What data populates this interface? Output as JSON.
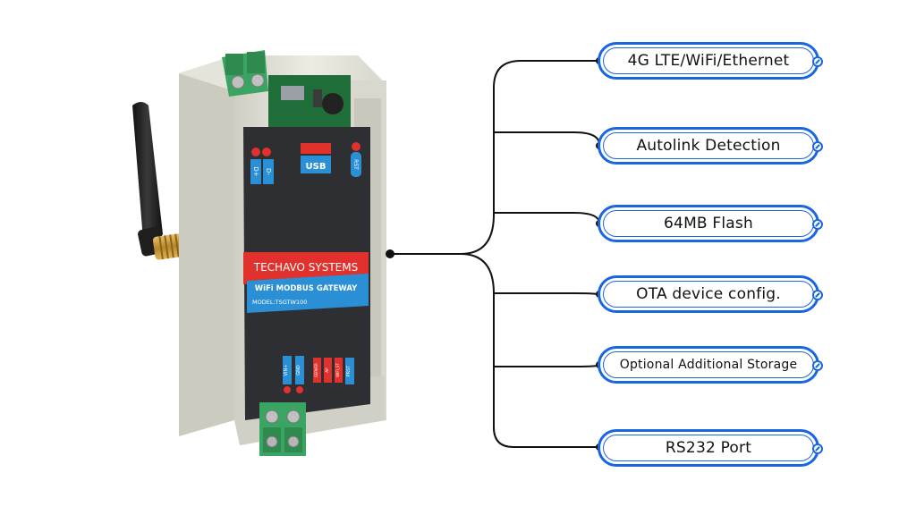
{
  "device": {
    "brand": "TECHAVO SYSTEMS",
    "product": "WiFi MODBUS GATEWAY",
    "model": "MODEL:TSGTW100",
    "ports_top": [
      "D+",
      "D-",
      "USB",
      "RST"
    ],
    "ports_bottom": [
      "VIN+",
      "GND",
      "SERVER",
      "AP",
      "WIFI_ST",
      "PRST"
    ],
    "colors": {
      "body": "#e6e6dc",
      "panel": "#2d2f33",
      "red": "#e0312c",
      "blue": "#2b8fd6",
      "terminal": "#3aa562",
      "antenna": "#1b1b1b",
      "connector": "#c99a36"
    }
  },
  "features": [
    {
      "label": "4G LTE/WiFi/Ethernet"
    },
    {
      "label": "Autolink Detection"
    },
    {
      "label": "64MB Flash"
    },
    {
      "label": "OTA device config."
    },
    {
      "label": "Optional Additional Storage"
    },
    {
      "label": "RS232 Port"
    }
  ],
  "accent_color": "#1a66e0"
}
